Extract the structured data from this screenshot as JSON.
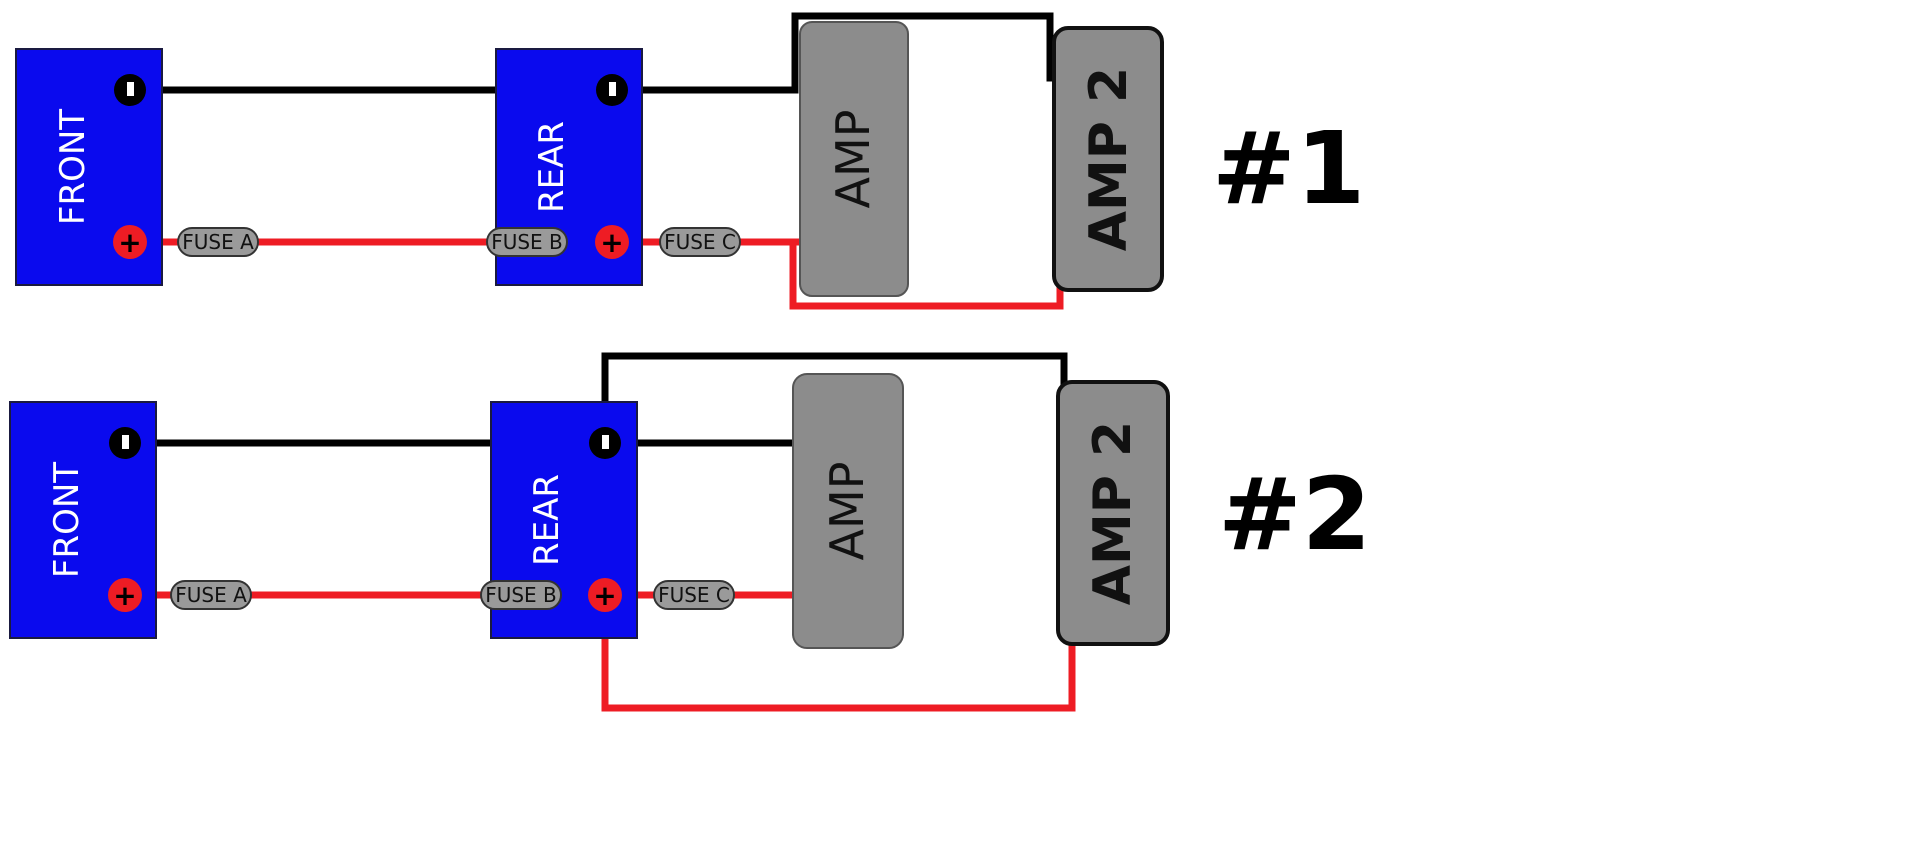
{
  "colors": {
    "battery": "#0a0aee",
    "battery_border": "#1a1a40",
    "amp": "#8c8c8c",
    "wire_negative": "#000000",
    "wire_positive": "#ee1c24",
    "fuse": "#9a9a9a",
    "terminal_negative": "#000000",
    "terminal_positive": "#ee1c24"
  },
  "terminals": {
    "negative_symbol": "−",
    "positive_symbol": "+"
  },
  "diagrams": [
    {
      "label": "#1",
      "front_battery": "FRONT",
      "rear_battery": "REAR",
      "amp": "AMP",
      "amp2": "AMP 2",
      "fuses": [
        "FUSE A",
        "FUSE B",
        "FUSE C"
      ]
    },
    {
      "label": "#2",
      "front_battery": "FRONT",
      "rear_battery": "REAR",
      "amp": "AMP",
      "amp2": "AMP 2",
      "fuses": [
        "FUSE A",
        "FUSE B",
        "FUSE C"
      ]
    }
  ]
}
